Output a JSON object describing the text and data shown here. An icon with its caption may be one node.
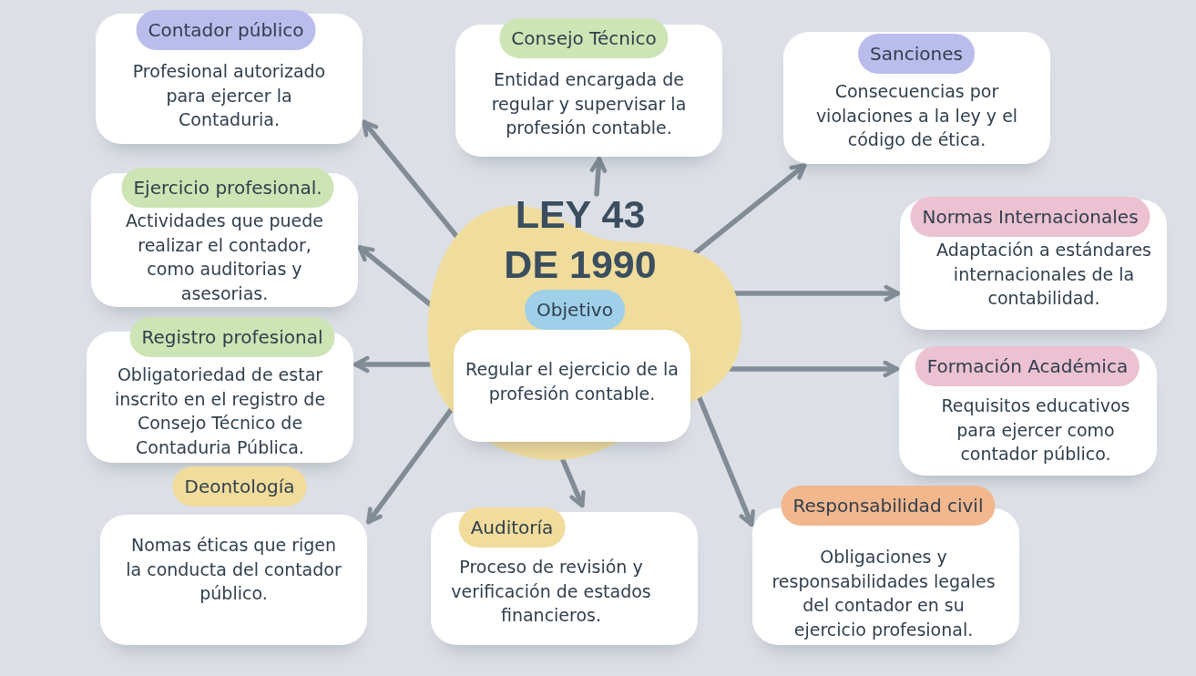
{
  "diagram": {
    "nodes": [
      {
        "text": [
          "LEY 43 DE 1990"
        ]
      },
      {
        "text": [
          "Objetivo",
          "Regular el ejercicio de la profesión contable."
        ],
        "in": 0
      },
      {
        "text": [
          "Contador público",
          "Profesional autorizado para ejercer la Contaduria."
        ]
      },
      {
        "text": [
          "Consejo Técnico",
          "Entidad encargada de regular y supervisar la profesión contable."
        ]
      },
      {
        "text": [
          "Sanciones",
          "Consecuencias por violaciones a la ley y el código de ética."
        ]
      },
      {
        "text": [
          "Ejercicio profesional.",
          "Actividades que puede realizar el contador, como auditorias y asesorias."
        ]
      },
      {
        "text": [
          "Normas Internacionales",
          "Adaptación a estándares internacionales de la contabilidad."
        ]
      },
      {
        "text": [
          "Registro profesional",
          "Obligatoriedad de estar inscrito en el registro de Consejo Técnico de Contaduria Pública."
        ]
      },
      {
        "text": [
          "Formación Académica",
          "Requisitos educativos para ejercer como contador público."
        ]
      },
      {
        "text": [
          "Deontología",
          "Nomas éticas que rigen la conducta del contador público."
        ]
      },
      {
        "text": [
          "Auditoría",
          "Proceso de revisión y verificación de estados financieros."
        ]
      },
      {
        "text": [
          "Responsabilidad civil",
          "Obligaciones y responsabilidades legales del contador en su ejercicio profesional."
        ]
      }
    ],
    "edges": [
      {
        "from": 0,
        "to": 2,
        "arrow": "to"
      },
      {
        "from": 0,
        "to": 3,
        "arrow": "to"
      },
      {
        "from": 0,
        "to": 4,
        "arrow": "to"
      },
      {
        "from": 0,
        "to": 5,
        "arrow": "to"
      },
      {
        "from": 0,
        "to": 6,
        "arrow": "to"
      },
      {
        "from": 0,
        "to": 7,
        "arrow": "to"
      },
      {
        "from": 0,
        "to": 8,
        "arrow": "to"
      },
      {
        "from": 0,
        "to": 9,
        "arrow": "to"
      },
      {
        "from": 0,
        "to": 10,
        "arrow": "to"
      },
      {
        "from": 0,
        "to": 11,
        "arrow": "to"
      }
    ]
  }
}
